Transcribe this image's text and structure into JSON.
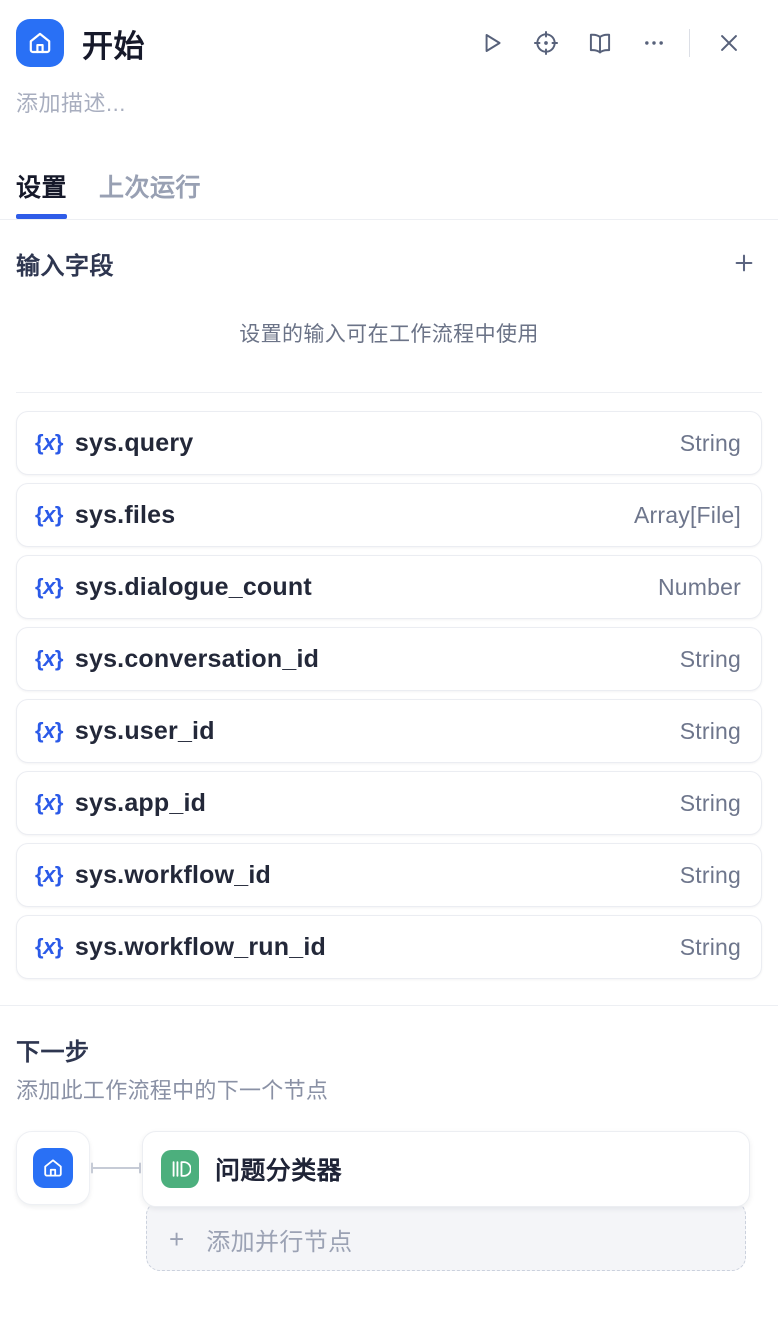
{
  "header": {
    "node_icon": "home-icon",
    "title": "开始",
    "actions": [
      {
        "name": "run-icon",
        "label": ""
      },
      {
        "name": "target-icon",
        "label": ""
      },
      {
        "name": "book-icon",
        "label": ""
      },
      {
        "name": "more-icon",
        "label": ""
      },
      {
        "name": "close-icon",
        "label": ""
      }
    ]
  },
  "description": {
    "placeholder": "添加描述..."
  },
  "tabs": [
    {
      "label": "设置",
      "active": true
    },
    {
      "label": "上次运行",
      "active": false
    }
  ],
  "input_fields": {
    "section_title": "输入字段",
    "add_label": "+",
    "empty_hint": "设置的输入可在工作流程中使用"
  },
  "variables": [
    {
      "icon": "{x}",
      "name": "sys.query",
      "type": "String"
    },
    {
      "icon": "{x}",
      "name": "sys.files",
      "type": "Array[File]"
    },
    {
      "icon": "{x}",
      "name": "sys.dialogue_count",
      "type": "Number"
    },
    {
      "icon": "{x}",
      "name": "sys.conversation_id",
      "type": "String"
    },
    {
      "icon": "{x}",
      "name": "sys.user_id",
      "type": "String"
    },
    {
      "icon": "{x}",
      "name": "sys.app_id",
      "type": "String"
    },
    {
      "icon": "{x}",
      "name": "sys.workflow_id",
      "type": "String"
    },
    {
      "icon": "{x}",
      "name": "sys.workflow_run_id",
      "type": "String"
    }
  ],
  "next_step": {
    "title": "下一步",
    "subtitle": "添加此工作流程中的下一个节点",
    "start_node_icon": "home-icon",
    "node": {
      "icon": "question-classifier-icon",
      "label": "问题分类器"
    },
    "add_parallel": {
      "plus": "+",
      "label": "添加并行节点"
    }
  },
  "colors": {
    "accent_blue": "#2970F5",
    "tab_underline": "#2F5CE8",
    "variable_icon": "#2B5AE8",
    "classifier_green": "#4CAF7D"
  }
}
